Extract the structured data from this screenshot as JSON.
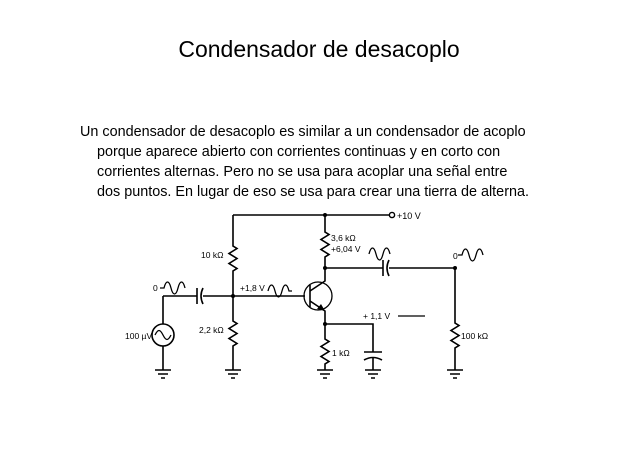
{
  "slide": {
    "title": "Condensador de desacoplo",
    "paragraph_lines": [
      "Un condensador de desacoplo es similar a un condensador de acoplo",
      "porque aparece abierto con corrientes continuas y en corto con",
      "corrientes alternas. Pero no se usa para acoplar una señal entre",
      "dos puntos. En lugar de eso se usa para crear una tierra de alterna."
    ]
  },
  "circuit": {
    "supply_label": "+10 V",
    "r_top_left": "10 kΩ",
    "r_bottom_left": "2,2 kΩ",
    "r_collector": "3,6 kΩ",
    "collector_voltage": "+6,04 V",
    "base_voltage": "+1,8 V",
    "emitter_voltage": "+ 1,1 V",
    "r_emitter": "1 kΩ",
    "r_load": "100 kΩ",
    "source_label": "100 µV",
    "input_zero": "0",
    "output_zero": "0"
  }
}
